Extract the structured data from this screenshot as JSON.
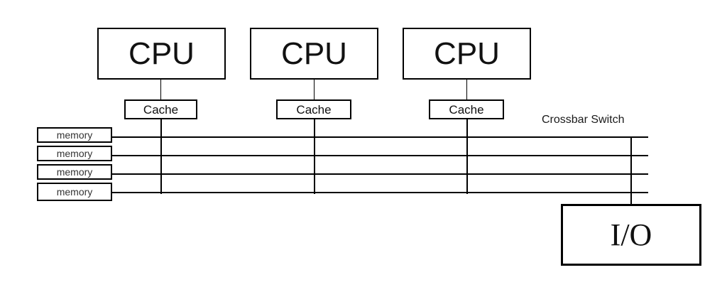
{
  "diagram": {
    "title_label": "Crossbar Switch",
    "cpus": [
      {
        "label": "CPU"
      },
      {
        "label": "CPU"
      },
      {
        "label": "CPU"
      }
    ],
    "caches": [
      {
        "label": "Cache"
      },
      {
        "label": "Cache"
      },
      {
        "label": "Cache"
      }
    ],
    "memories": [
      {
        "label": "memory"
      },
      {
        "label": "memory"
      },
      {
        "label": "memory"
      },
      {
        "label": "memory"
      }
    ],
    "io": {
      "label": "I/O"
    },
    "colors": {
      "stroke": "#000000",
      "text": "#1a1a1a",
      "background": "#ffffff"
    }
  }
}
